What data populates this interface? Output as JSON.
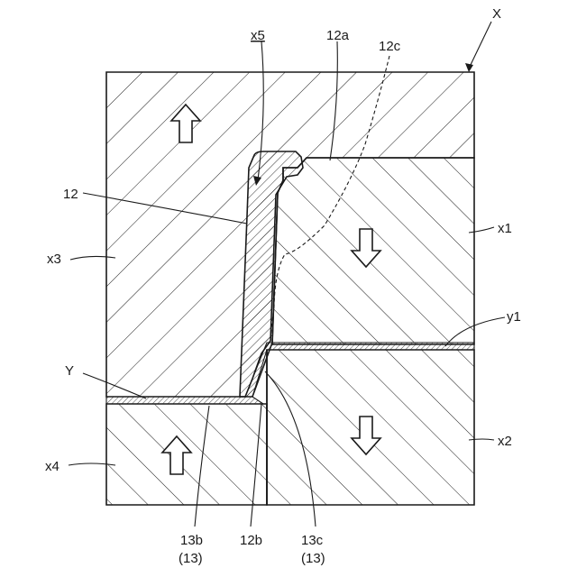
{
  "figure_label": "X",
  "labels": {
    "x5": "x5",
    "12a": "12a",
    "12c": "12c",
    "12": "12",
    "x1": "x1",
    "x3": "x3",
    "y1": "y1",
    "Y": "Y",
    "x2": "x2",
    "x4": "x4",
    "13b": "13b",
    "13b_sub": "(13)",
    "12b": "12b",
    "13c": "13c",
    "13c_sub": "(13)"
  }
}
